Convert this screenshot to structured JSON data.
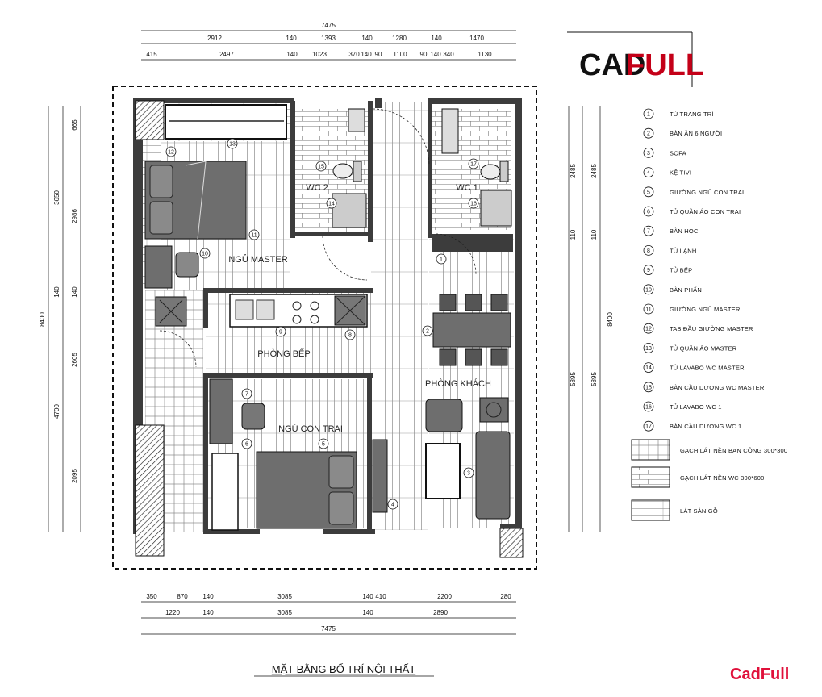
{
  "logo": {
    "part1": "CAD",
    "part2": "FULL"
  },
  "brand": "CadFull",
  "title": "MẶT BẰNG BỐ TRÍ NỘI THẤT",
  "rooms": {
    "master": "NGỦ MASTER",
    "wc2": "WC 2",
    "wc1": "WC 1",
    "kitchen": "PHÒNG BẾP",
    "living": "PHÒNG KHÁCH",
    "son": "NGỦ CON TRAI"
  },
  "dims_top_total": "7475",
  "dims_top_row1": [
    "2912",
    "140",
    "1393",
    "140",
    "1280",
    "140",
    "1470"
  ],
  "dims_top_row2": [
    "415",
    "2497",
    "140",
    "1023",
    "370",
    "140",
    "90",
    "1100",
    "90",
    "140",
    "340",
    "1130"
  ],
  "dims_bottom_row1": [
    "350",
    "870",
    "140",
    "3085",
    "140",
    "410",
    "2200",
    "280"
  ],
  "dims_bottom_row2": [
    "1220",
    "140",
    "3085",
    "140",
    "2890"
  ],
  "dims_bottom_total": "7475",
  "dims_left_outer": "8400",
  "dims_left_mid": [
    "3650",
    "140",
    "4700"
  ],
  "dims_left_inner": [
    "665",
    "2986",
    "140",
    "2605",
    "2095"
  ],
  "dims_right_outer": "8400",
  "dims_right_mid": [
    "2485",
    "110",
    "5895"
  ],
  "dims_right_inner": [
    "2485",
    "110",
    "5895"
  ],
  "legend": [
    {
      "no": "1",
      "text": "TỦ TRANG TRÍ"
    },
    {
      "no": "2",
      "text": "BÀN ĂN 6 NGƯỜI"
    },
    {
      "no": "3",
      "text": "SOFA"
    },
    {
      "no": "4",
      "text": "KỆ TIVI"
    },
    {
      "no": "5",
      "text": "GIƯỜNG NGỦ CON TRAI"
    },
    {
      "no": "6",
      "text": "TỦ QUẦN ÁO CON TRAI"
    },
    {
      "no": "7",
      "text": "BÀN HỌC"
    },
    {
      "no": "8",
      "text": "TỦ LẠNH"
    },
    {
      "no": "9",
      "text": "TỦ BẾP"
    },
    {
      "no": "10",
      "text": "BÀN PHẤN"
    },
    {
      "no": "11",
      "text": "GIƯỜNG NGỦ MASTER"
    },
    {
      "no": "12",
      "text": "TAB ĐẦU GIƯỜNG MASTER"
    },
    {
      "no": "13",
      "text": "TỦ QUẦN ÁO MASTER"
    },
    {
      "no": "14",
      "text": "TỦ LAVABO WC MASTER"
    },
    {
      "no": "15",
      "text": "BÀN CẦU DƯƠNG WC MASTER"
    },
    {
      "no": "16",
      "text": "TỦ LAVABO WC 1"
    },
    {
      "no": "17",
      "text": "BÀN CẦU DƯƠNG WC 1"
    }
  ],
  "materials": [
    {
      "name": "GẠCH LÁT NỀN BAN CÔNG 300*300",
      "pattern": "grid"
    },
    {
      "name": "GẠCH LÁT NỀN WC 300*600",
      "pattern": "brick"
    },
    {
      "name": "LÁT SÀN GỖ",
      "pattern": "plank"
    }
  ],
  "markers": [
    "1",
    "2",
    "3",
    "4",
    "5",
    "6",
    "7",
    "8",
    "9",
    "10",
    "11",
    "12",
    "13",
    "14",
    "15",
    "16",
    "17"
  ],
  "colors": {
    "wall": "#3c3c3c",
    "furniture": "#6e6e6e",
    "hatch": "#555555",
    "brand_red": "#e0103a"
  }
}
